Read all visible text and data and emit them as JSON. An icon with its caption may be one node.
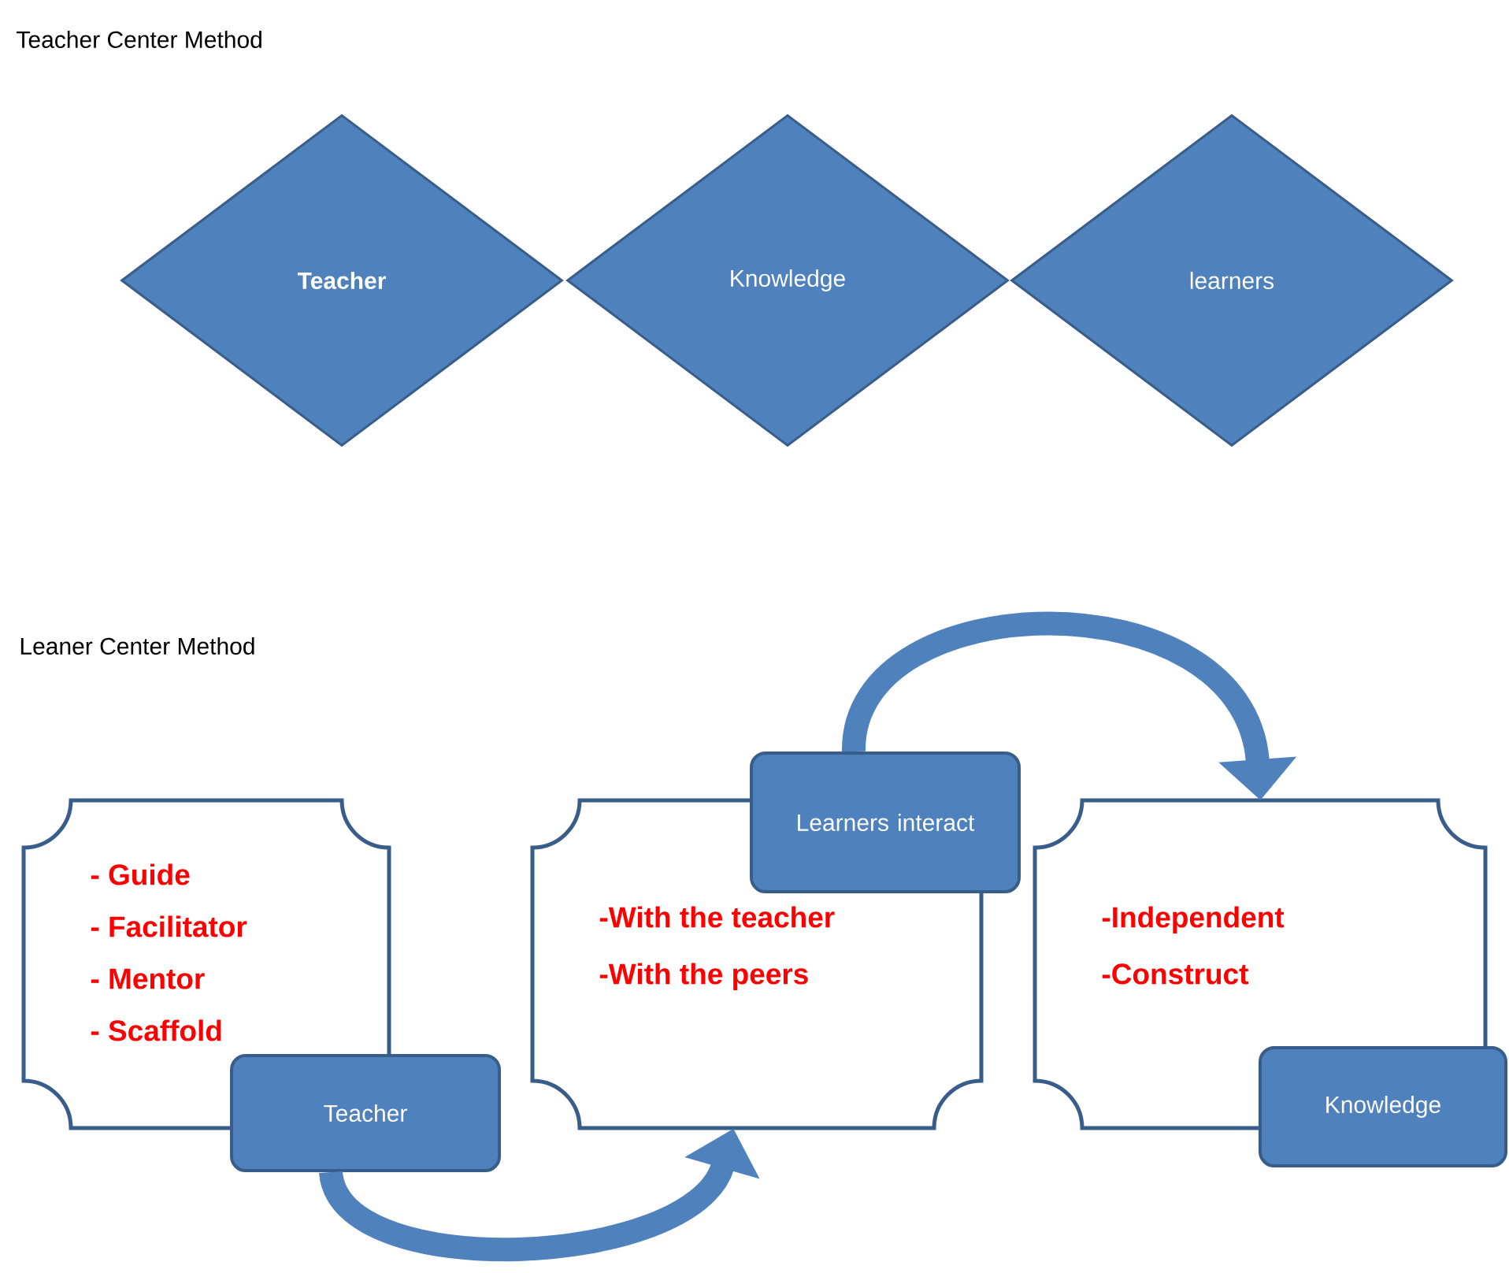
{
  "diagram": {
    "nodes": [
      {
        "text": [
          "Teacher"
        ]
      },
      {
        "text": [
          "Knowledge"
        ]
      },
      {
        "text": [
          "learners"
        ]
      },
      {
        "text": [
          "- Guide",
          "- Facilitator",
          "- Mentor",
          "- Scaffold"
        ]
      },
      {
        "text": [
          "Teacher"
        ]
      },
      {
        "text": [
          "-With the teacher",
          "-With the peers"
        ]
      },
      {
        "text": [
          "Learners interact"
        ]
      },
      {
        "text": [
          "-Independent",
          "-Construct"
        ]
      },
      {
        "text": [
          "Knowledge"
        ]
      }
    ],
    "edges": [
      {
        "from": 4,
        "to": 5,
        "arrow": "to"
      },
      {
        "from": 6,
        "to": 7,
        "arrow": "to"
      }
    ],
    "labels": [
      "Teacher Center Method",
      "Leaner Center Method"
    ]
  }
}
